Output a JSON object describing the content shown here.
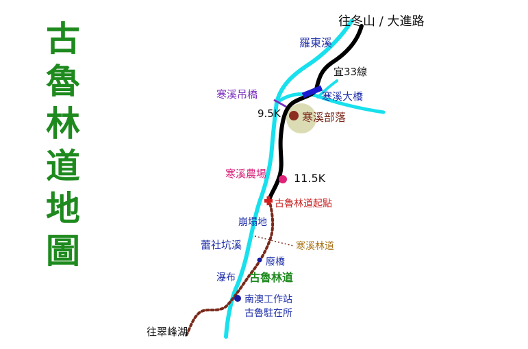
{
  "title_chars": [
    "古",
    "魯",
    "林",
    "道",
    "地",
    "圖"
  ],
  "labels": {
    "to_dongshan": "往冬山 / 大進路",
    "luodong_creek": "羅東溪",
    "yi33": "宜33線",
    "hanxi_suspension_bridge": "寒溪吊橋",
    "hanxi_bridge": "寒溪大橋",
    "km_9_5": "9.5K",
    "hanxi_tribe": "寒溪部落",
    "hanxi_farm": "寒溪農場",
    "km_11_5": "11.5K",
    "trailhead": "古魯林道起點",
    "landslide": "崩塌地",
    "hanxi_forest_road": "寒溪林道",
    "leishe_creek": "蕾社坑溪",
    "abandoned_bridge": "廢橋",
    "waterfall": "瀑布",
    "gulu_forest_road": "古魯林道",
    "nanao_station": "南澳工作站",
    "gulu_station": "古魯駐在所",
    "to_cuifeng": "往翠峰湖"
  },
  "colors": {
    "title": "#1e8a1e",
    "river": "#18e0ec",
    "road": "#000000",
    "trail": "#7a2a1c",
    "bridge_blue": "#1a1ad0",
    "suspension_bridge": "#7b2fbe",
    "tribe_halo": "#dcdcb4",
    "tribe_dot": "#8b2d1f",
    "farm_dot": "#e0227a",
    "trailhead_marker": "#d21e1e",
    "point_dot": "#1a1aa0"
  },
  "icons": {
    "tribe": "village-dot-icon",
    "farm": "farm-dot-icon",
    "trailhead": "trailhead-marker-icon",
    "abandoned_bridge": "bridge-dot-icon",
    "station": "station-dot-icon"
  }
}
